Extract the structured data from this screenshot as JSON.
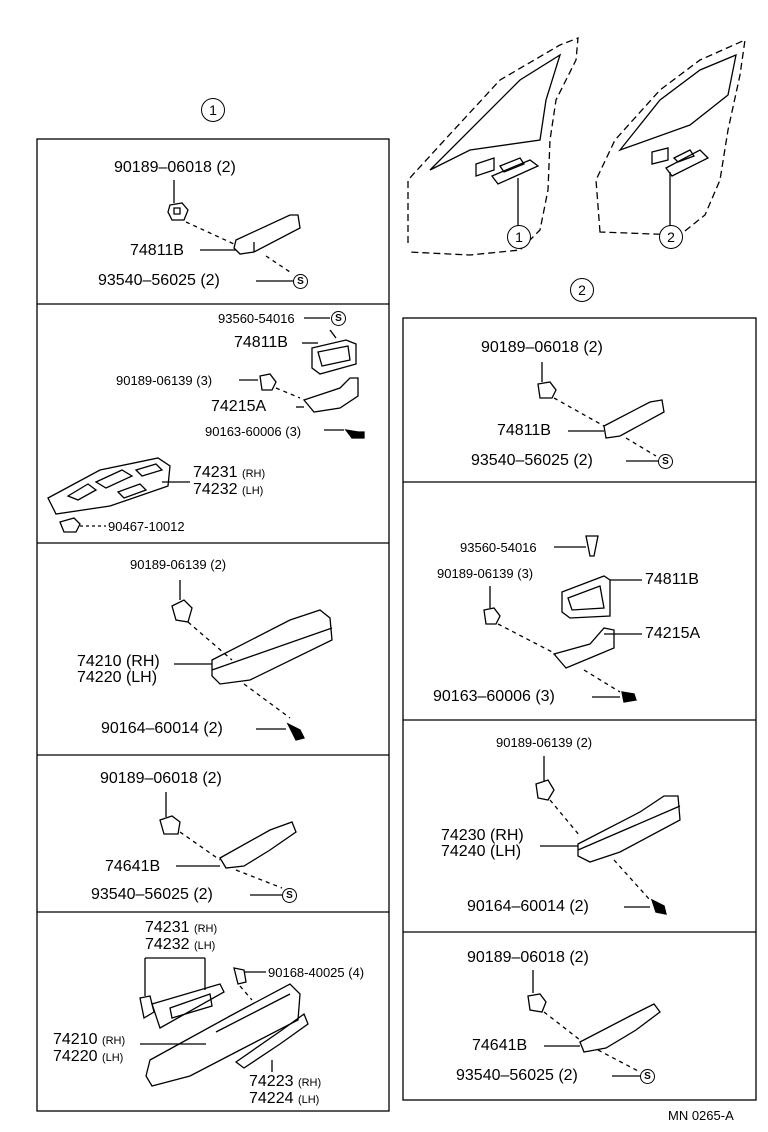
{
  "callouts": {
    "one": "1",
    "two": "2"
  },
  "s_symbol": "S",
  "footer": "MN  0265-A",
  "left": {
    "p1": {
      "a": "90189–06018 (2)",
      "b": "74811B",
      "c": "93540–56025 (2)"
    },
    "p2": {
      "a": "93560-54016",
      "b": "74811B",
      "c": "90189-06139 (3)",
      "d": "74215A",
      "e": "90163-60006 (3)",
      "f1": "74231",
      "f1s": "(RH)",
      "f2": "74232",
      "f2s": "(LH)",
      "g": "90467-10012"
    },
    "p3": {
      "a": "90189-06139 (2)",
      "b1": "74210 (RH)",
      "b2": "74220 (LH)",
      "c": "90164–60014 (2)"
    },
    "p4": {
      "a": "90189–06018 (2)",
      "b": "74641B",
      "c": "93540–56025 (2)"
    },
    "p5": {
      "a1": "74231",
      "a1s": "(RH)",
      "a2": "74232",
      "a2s": "(LH)",
      "b": "90168-40025 (4)",
      "c1": "74210",
      "c1s": "(RH)",
      "c2": "74220",
      "c2s": "(LH)",
      "d1": "74223",
      "d1s": "(RH)",
      "d2": "74224",
      "d2s": "(LH)"
    }
  },
  "right": {
    "p1": {
      "a": "90189–06018 (2)",
      "b": "74811B",
      "c": "93540–56025 (2)"
    },
    "p2": {
      "a": "93560-54016",
      "b": "90189-06139 (3)",
      "c": "74811B",
      "d": "74215A",
      "e": "90163–60006 (3)"
    },
    "p3": {
      "a": "90189-06139 (2)",
      "b1": "74230 (RH)",
      "b2": "74240 (LH)",
      "c": "90164–60014 (2)"
    },
    "p4": {
      "a": "90189–06018 (2)",
      "b": "74641B",
      "c": "93540–56025 (2)"
    }
  }
}
